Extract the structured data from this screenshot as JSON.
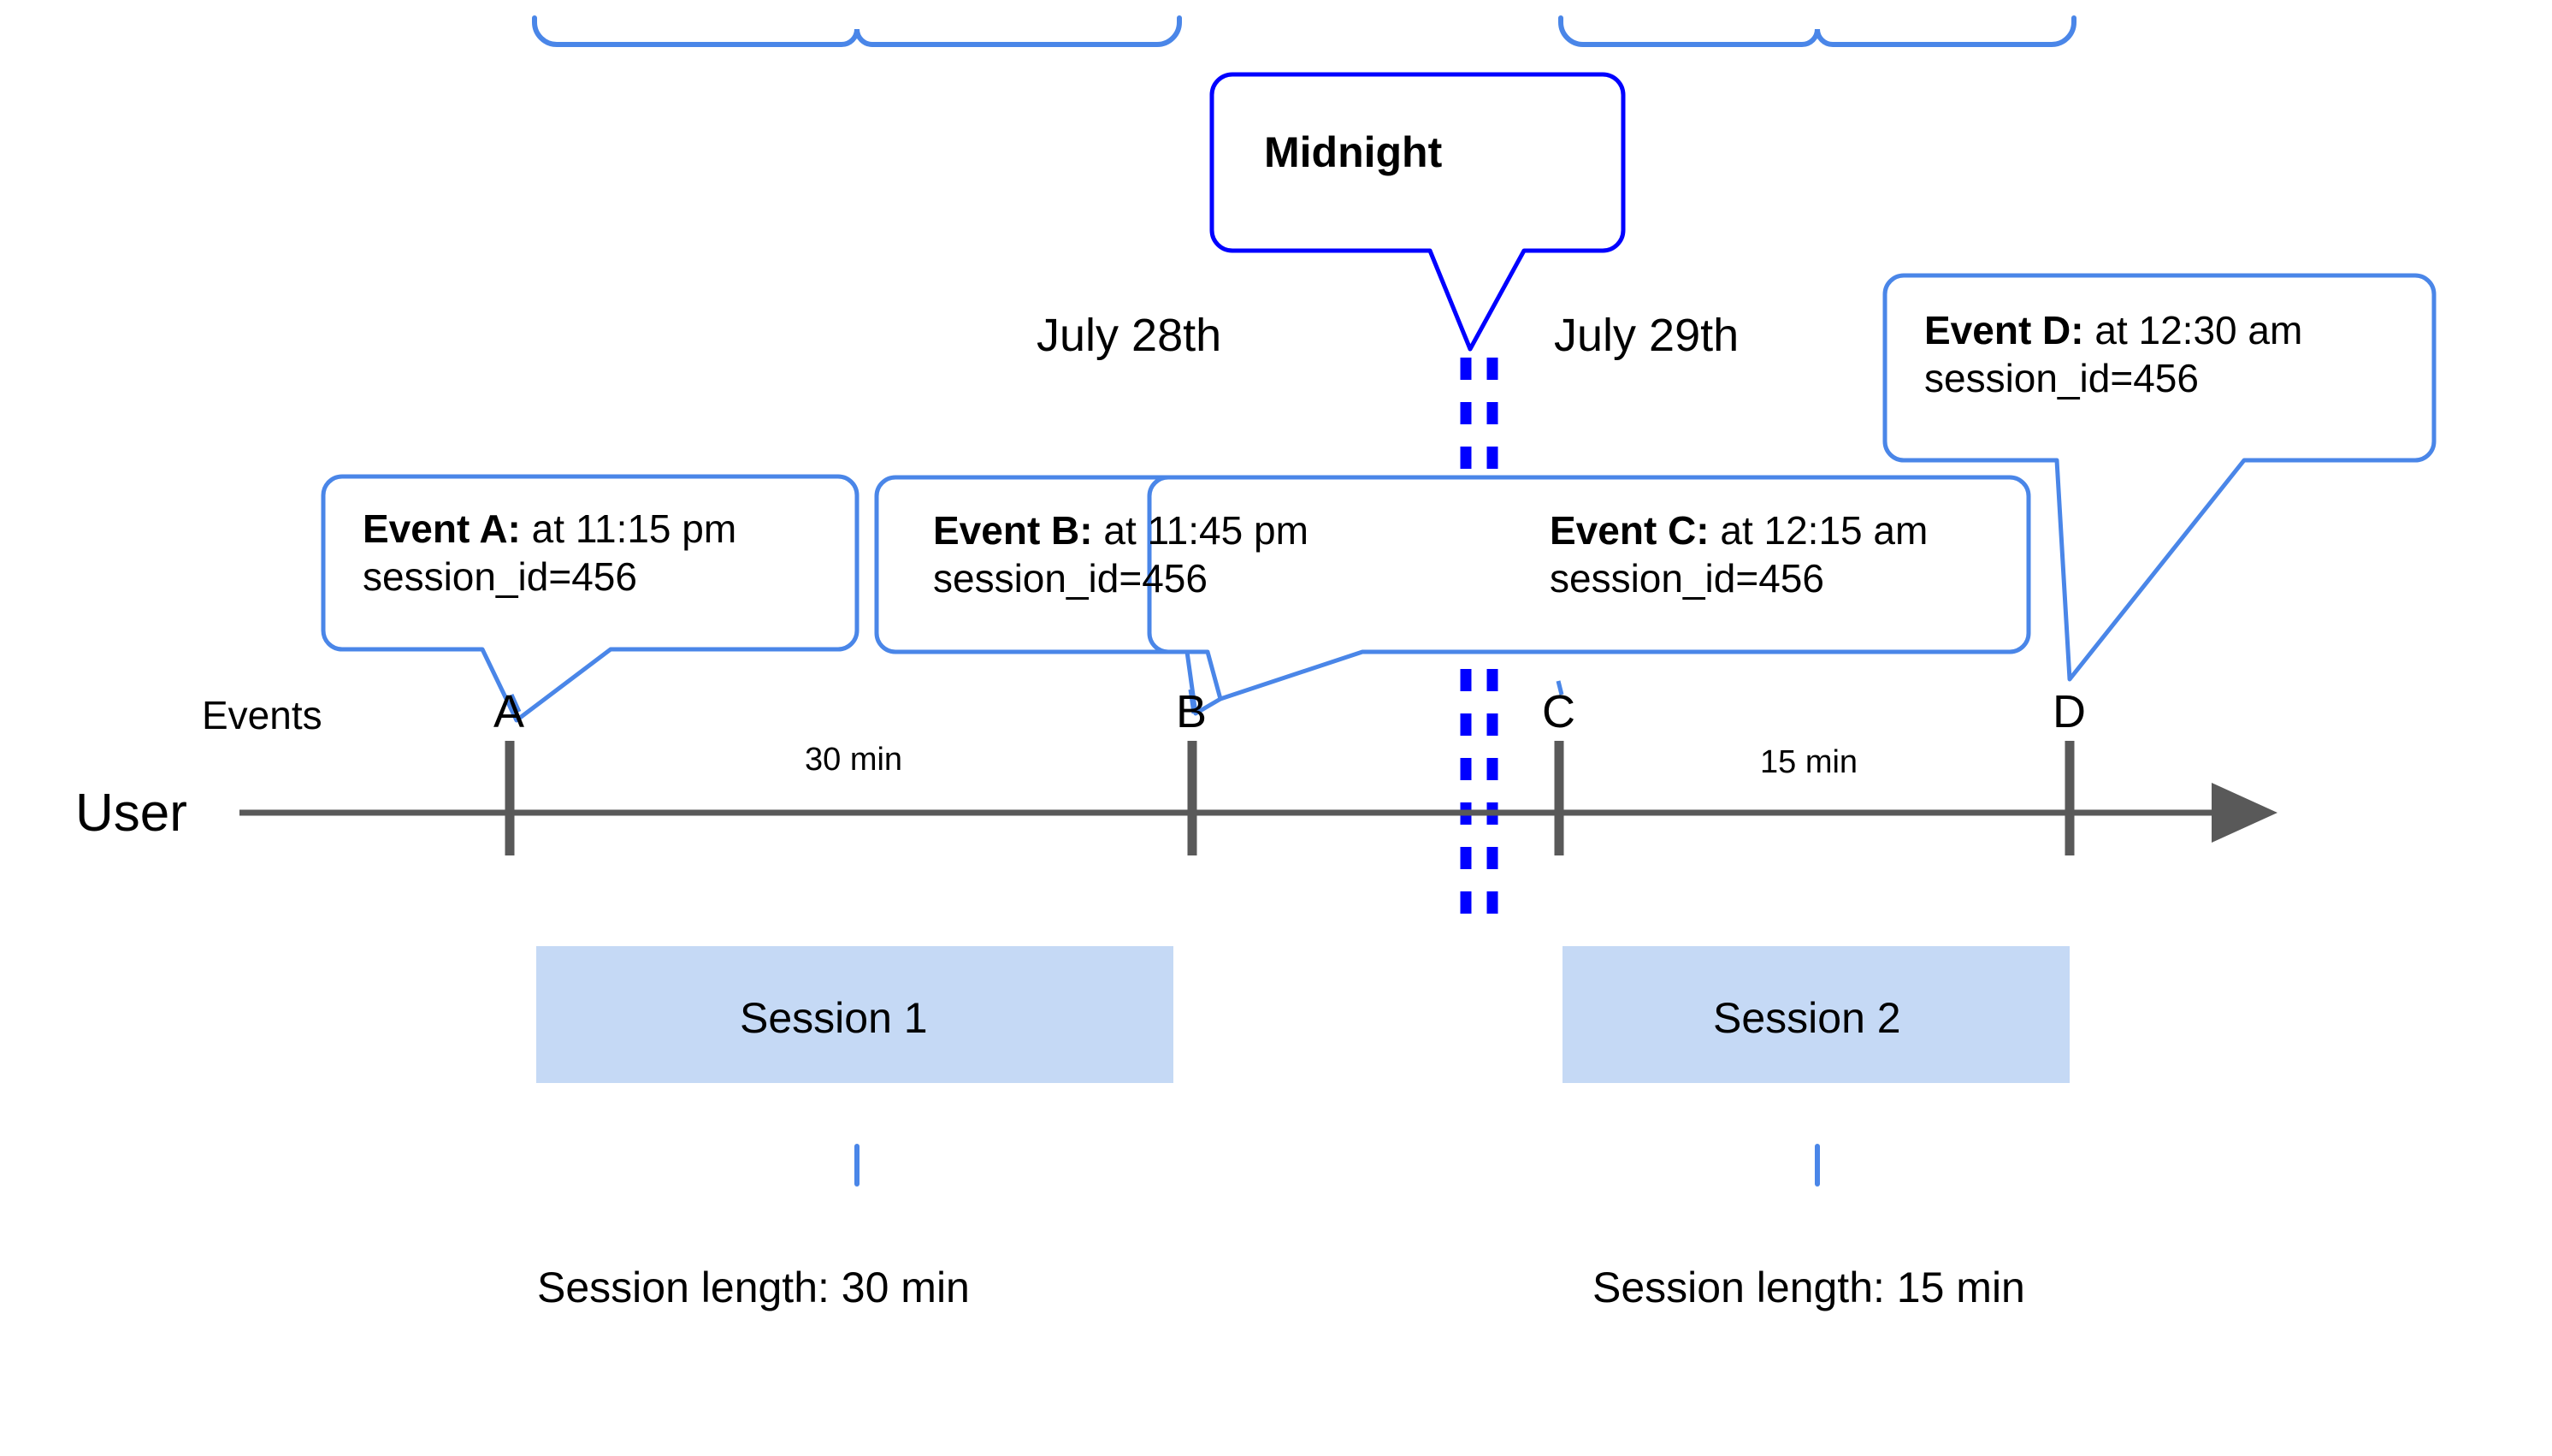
{
  "diagram": {
    "title": "User session timeline across midnight",
    "colors": {
      "midnight_blue": "#0000FF",
      "callout_blue": "#4A86E8",
      "axis_gray": "#595959",
      "session_fill": "#C5D9F5",
      "text_black": "#000000"
    },
    "midnight_callout": {
      "label": "Midnight"
    },
    "date_labels": [
      {
        "name": "july-28",
        "text": "July 28th"
      },
      {
        "name": "july-29",
        "text": "July 29th"
      }
    ],
    "row_labels": {
      "events": "Events",
      "user": "User"
    },
    "events": [
      {
        "letter": "A",
        "title": "Event A:",
        "time": " at 11:15 pm",
        "session_id": "session_id=456"
      },
      {
        "letter": "B",
        "title": "Event B:",
        "time": " at 11:45 pm",
        "session_id": "session_id=456"
      },
      {
        "letter": "C",
        "title": "Event C:",
        "time": " at 12:15 am",
        "session_id": "session_id=456"
      },
      {
        "letter": "D",
        "title": "Event D:",
        "time": " at 12:30 am",
        "session_id": "session_id=456"
      }
    ],
    "gaps": [
      {
        "name": "gap-a-b",
        "text": "30 min"
      },
      {
        "name": "gap-c-d",
        "text": "15 min"
      }
    ],
    "sessions": [
      {
        "bar_label": "Session 1",
        "length_label": "Session length: 30 min"
      },
      {
        "bar_label": "Session 2",
        "length_label": "Session length: 15 min"
      }
    ]
  }
}
